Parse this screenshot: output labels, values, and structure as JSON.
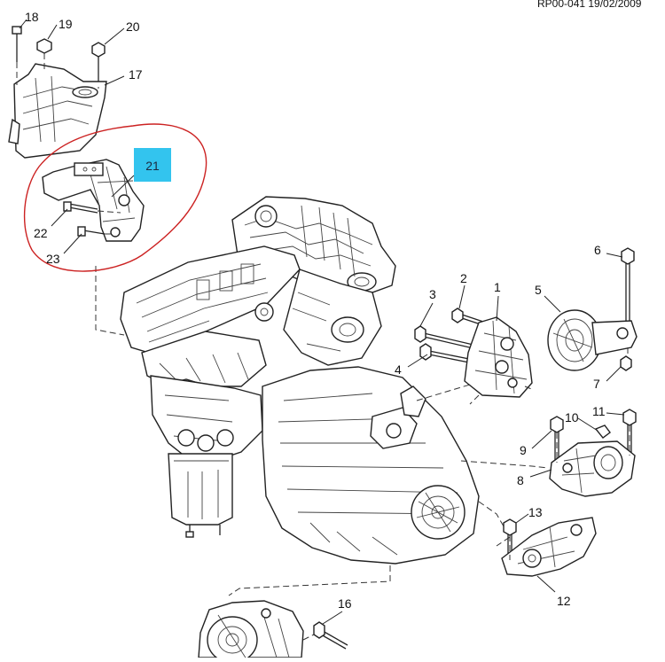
{
  "header": {
    "ref_code": "RP00-041 19/02/2009"
  },
  "highlight": {
    "label": "21",
    "color": "#33c4ee",
    "circle_color": "#cc2222"
  },
  "callouts": [
    "18",
    "19",
    "20",
    "17",
    "22",
    "23",
    "1",
    "2",
    "3",
    "4",
    "5",
    "6",
    "7",
    "8",
    "9",
    "10",
    "11",
    "12",
    "13",
    "16"
  ]
}
